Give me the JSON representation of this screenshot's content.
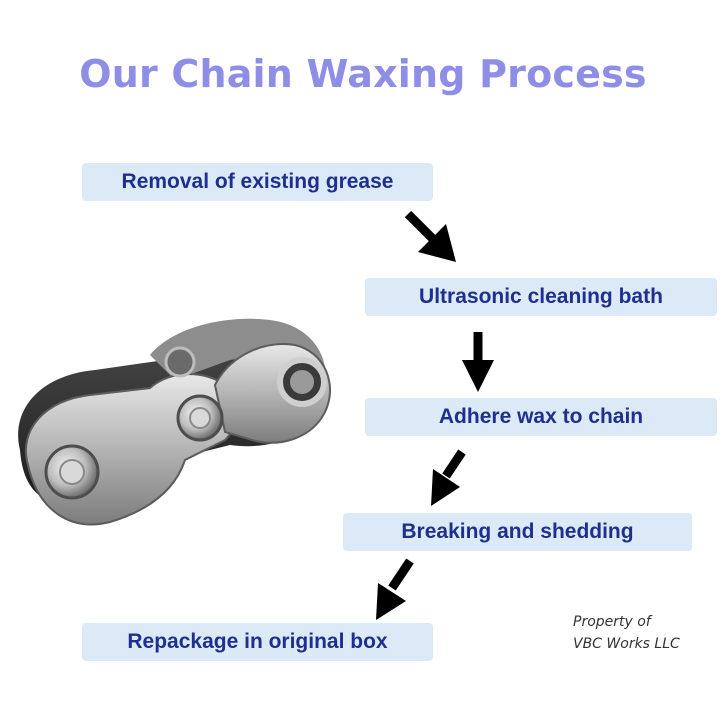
{
  "title": "Our Chain Waxing Process",
  "steps": [
    {
      "label": "Removal of existing grease"
    },
    {
      "label": "Ultrasonic cleaning bath"
    },
    {
      "label": "Adhere wax to chain"
    },
    {
      "label": "Breaking and shedding"
    },
    {
      "label": "Repackage in original box"
    }
  ],
  "credit": {
    "line1": "Property of",
    "line2": "VBC Works LLC"
  },
  "colors": {
    "title": "#8f8ee6",
    "step_background": "#dce9f6",
    "step_text": "#1f2f8f",
    "arrow": "#000000"
  },
  "icons": {
    "image": "bicycle-chain-link-illustration",
    "arrow": "down-arrow-icon"
  }
}
